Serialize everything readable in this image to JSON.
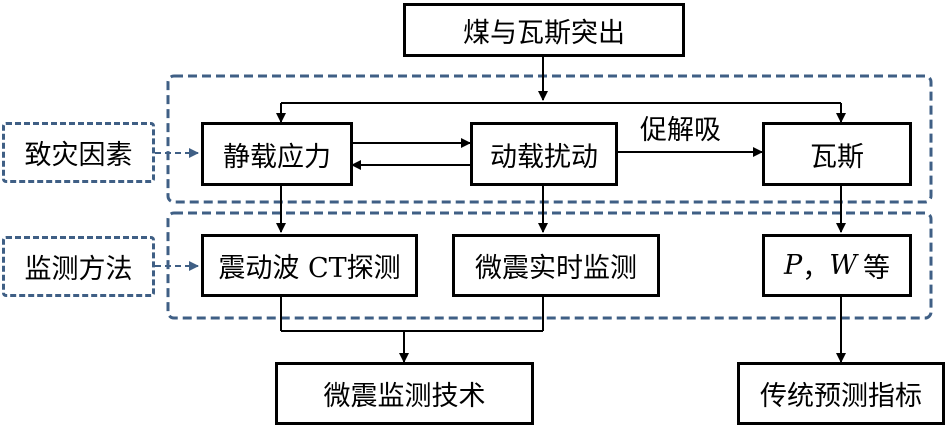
{
  "nodes": {
    "outburst": "煤与瓦斯突出",
    "static_stress": "静载应力",
    "dynamic_disturbance": "动载扰动",
    "gas": "瓦斯",
    "seismic_ct": "震动波 CT探测",
    "microseismic_realtime": "微震实时监测",
    "pw": {
      "p": "P",
      "sep": "，",
      "w": "W",
      "suffix": "等"
    },
    "microseismic_tech": "微震监测技术",
    "traditional_indicators": "传统预测指标"
  },
  "side_labels": {
    "factors": "致灾因素",
    "methods": "监测方法"
  },
  "edge_labels": {
    "promote_desorption": "促解吸"
  },
  "colors": {
    "dashed_border": "#3f5f85",
    "line": "#000000"
  }
}
